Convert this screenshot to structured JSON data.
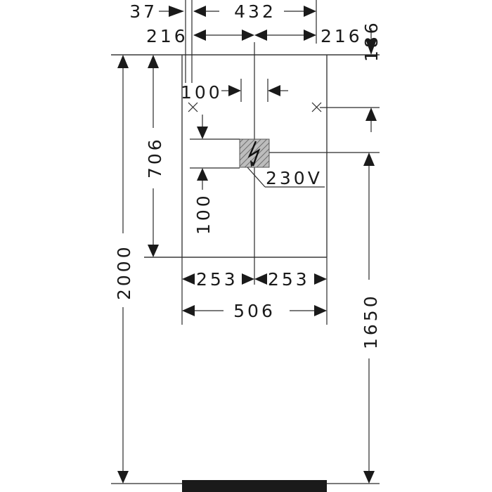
{
  "dimensions": {
    "left_offset": "37",
    "outer_width": "432",
    "half_left": "216",
    "half_right": "216",
    "top_drop": "186",
    "inner_gap": "100",
    "panel_height": "706",
    "box_below": "100",
    "total_height": "2000",
    "box_height_from_floor": "1650",
    "bottom_half_left": "253",
    "bottom_half_right": "253",
    "panel_width": "506"
  },
  "power_label": "230V",
  "icons": {
    "power": "lightning-bolt-icon",
    "mount_point": "cross-mark-icon"
  }
}
